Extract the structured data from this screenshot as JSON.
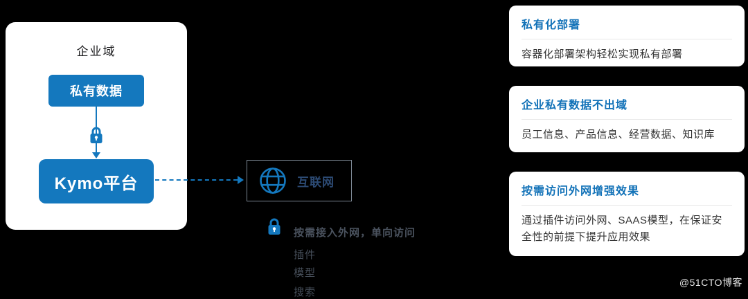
{
  "colors": {
    "accent_blue": "#1478be",
    "title_blue": "#1272b8",
    "card_bg": "#ffffff",
    "page_bg": "#000000"
  },
  "enterprise": {
    "label": "企业域",
    "private_data": "私有数据",
    "platform": "Kymo平台"
  },
  "internet": {
    "label": "互联网"
  },
  "access": {
    "note": "按需接入外网，单向访问",
    "items": [
      "插件",
      "模型",
      "搜索"
    ]
  },
  "cards": [
    {
      "title": "私有化部署",
      "body": "容器化部署架构轻松实现私有部署"
    },
    {
      "title": "企业私有数据不出域",
      "body": "员工信息、产品信息、经营数据、知识库"
    },
    {
      "title": "按需访问外网增强效果",
      "body": "通过插件访问外网、SAAS模型，在保证安全性的前提下提升应用效果"
    }
  ],
  "watermark": "@51CTO博客"
}
